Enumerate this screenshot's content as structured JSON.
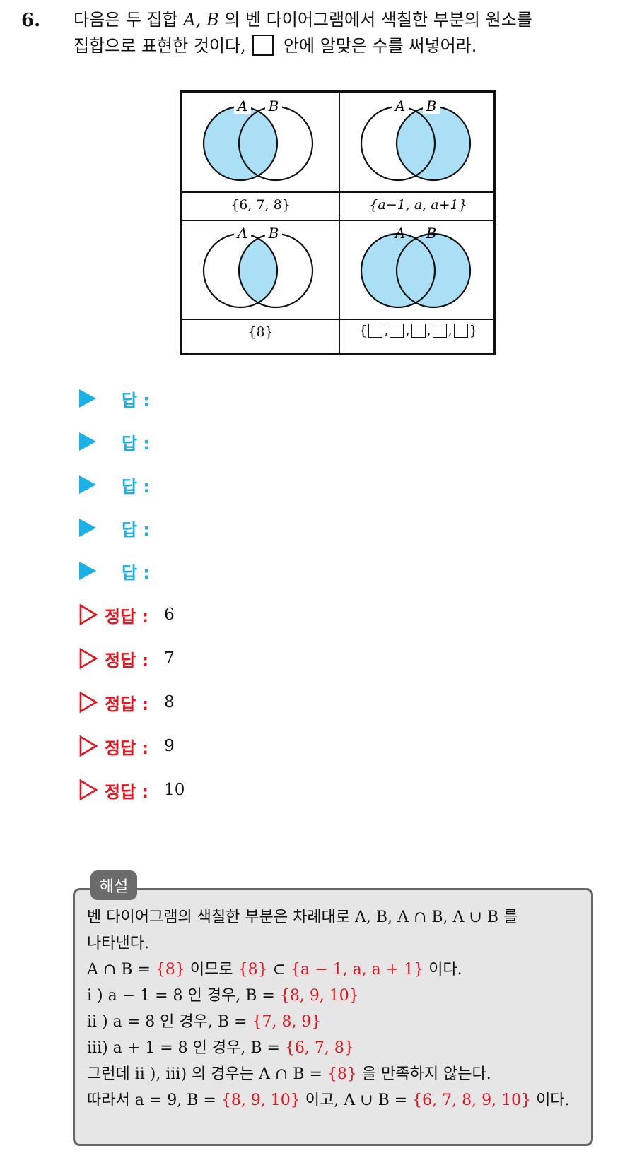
{
  "question": {
    "number": "6.",
    "line1_a": "다음은 두 집합 ",
    "sets": "A, B",
    "line1_b": " 의 벤 다이어그램에서 색칠한 부분의 원소를",
    "line2_a": "집합으로 표현한 것이다,",
    "line2_b": " 안에 알맞은 수를 써넣어라."
  },
  "venn": {
    "label_a": "A",
    "label_b": "B",
    "shade_color": "#aadff5",
    "cells": [
      {
        "shade": "A",
        "label": "{6, 7, 8}"
      },
      {
        "shade": "B",
        "label": "{a−1,  a,  a+1}"
      },
      {
        "shade": "A∩B",
        "label": "{8}"
      },
      {
        "shade": "A∪B",
        "label_open": "{",
        "label_sep": ",",
        "label_close": "}"
      }
    ]
  },
  "answers": {
    "label": "답 :",
    "count": 5
  },
  "correct": {
    "label": "정답 :",
    "values": [
      "6",
      "7",
      "8",
      "9",
      "10"
    ]
  },
  "solution": {
    "tag": "해설",
    "l1": "벤 다이어그램의 색칠한 부분은 차례대로 A, B, A ∩ B, A ∪ B 를",
    "l2": "나타낸다.",
    "l3_a": "A ∩ B = ",
    "l3_b": "{8}",
    "l3_c": " 이므로 ",
    "l3_d": "{8}",
    "l3_e": " ⊂ ",
    "l3_f": "{a − 1, a, a + 1}",
    "l3_g": " 이다.",
    "l4_a": " i ) a − 1 = 8 인 경우, B = ",
    "l4_b": "{8, 9, 10}",
    "l5_a": " ii ) a = 8 인 경우, B = ",
    "l5_b": "{7, 8, 9}",
    "l6_a": "iii) a + 1 = 8 인 경우, B = ",
    "l6_b": "{6, 7, 8}",
    "l7_a": "그런데 ii ), iii) 의 경우는 A ∩ B = ",
    "l7_b": "{8}",
    "l7_c": " 을 만족하지 않는다.",
    "l8_a": "따라서 a = 9, B = ",
    "l8_b": "{8, 9, 10}",
    "l8_c": " 이고, A ∪ B = ",
    "l8_d": "{6, 7, 8, 9, 10}",
    "l8_e": " 이다."
  }
}
